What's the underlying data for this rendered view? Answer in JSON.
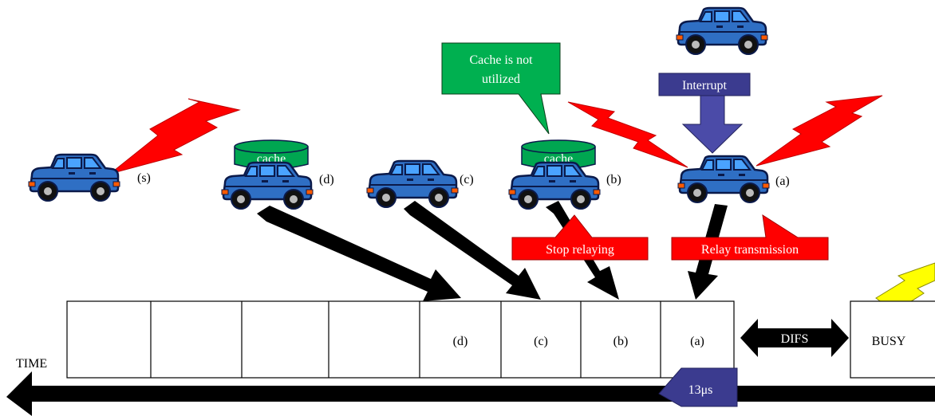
{
  "vehicles": [
    {
      "id": "s",
      "label": "(s)"
    },
    {
      "id": "d",
      "label": "(d)",
      "cache_label": "cache"
    },
    {
      "id": "c",
      "label": "(c)"
    },
    {
      "id": "b",
      "label": "(b)",
      "cache_label": "cache"
    },
    {
      "id": "a",
      "label": "(a)"
    },
    {
      "id": "interrupter"
    }
  ],
  "callouts": {
    "cache_not_utilized": {
      "line1": "Cache is not",
      "line2": "utilized"
    },
    "interrupt": "Interrupt",
    "stop_relaying": "Stop relaying",
    "relay_transmission": "Relay transmission"
  },
  "timeline": {
    "time_label": "TIME",
    "slots": [
      "",
      "",
      "",
      "",
      "(d)",
      "(c)",
      "(b)",
      "(a)"
    ],
    "difs_label": "DIFS",
    "busy_label": "BUSY",
    "slot_time_label": "13μs"
  },
  "colors": {
    "car_body": "#2f6fc4",
    "car_outline": "#0b1a4a",
    "lightning_red": "#ff0000",
    "lightning_yellow": "#ffff00",
    "cache_green": "#00a651",
    "callout_green": "#00b050",
    "interrupt_purple": "#3b3b8f",
    "label_red": "#ff0000",
    "arrow_black": "#000000"
  }
}
